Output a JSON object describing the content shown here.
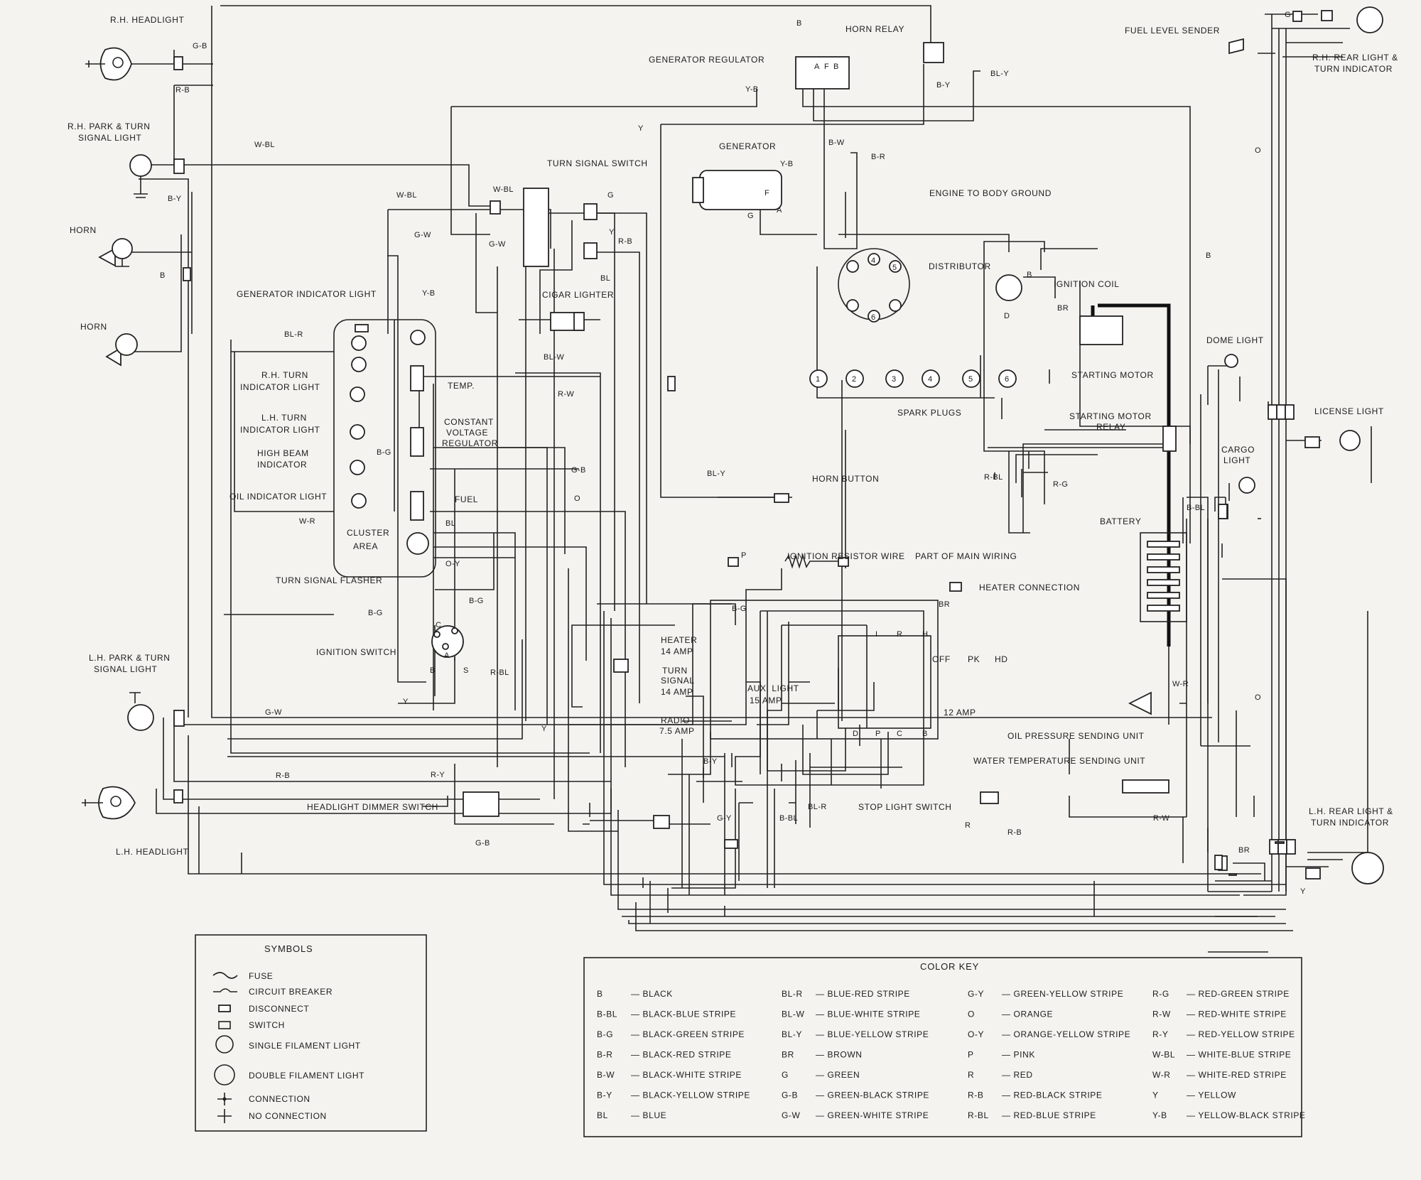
{
  "components": {
    "rh_headlight": "R.H. HEADLIGHT",
    "rh_park_turn": [
      "R.H. PARK & TURN",
      "SIGNAL LIGHT"
    ],
    "horn_upper": "HORN",
    "horn_lower": "HORN",
    "generator_indicator_light": "GENERATOR INDICATOR LIGHT",
    "rh_turn_indicator": [
      "R.H. TURN",
      "INDICATOR LIGHT"
    ],
    "lh_turn_indicator": [
      "L.H. TURN",
      "INDICATOR LIGHT"
    ],
    "high_beam_indicator": [
      "HIGH BEAM",
      "INDICATOR"
    ],
    "oil_indicator_light": "OIL INDICATOR LIGHT",
    "cluster_area": [
      "CLUSTER",
      "AREA"
    ],
    "turn_signal_flasher": "TURN SIGNAL FLASHER",
    "temp": "TEMP.",
    "constant_voltage_regulator": [
      "CONSTANT",
      "VOLTAGE",
      "REGULATOR"
    ],
    "fuel": "FUEL",
    "ignition_switch": "IGNITION SWITCH",
    "lh_park_turn": [
      "L.H. PARK & TURN",
      "SIGNAL  LIGHT"
    ],
    "lh_headlight": "L.H. HEADLIGHT",
    "headlight_dimmer_switch": "HEADLIGHT DIMMER SWITCH",
    "horn_relay": "HORN RELAY",
    "generator_regulator": "GENERATOR REGULATOR",
    "generator": "GENERATOR",
    "turn_signal_switch": "TURN SIGNAL SWITCH",
    "cigar_lighter": "CIGAR LIGHTER",
    "engine_to_body_ground": "ENGINE TO BODY GROUND",
    "distributor": "DISTRIBUTOR",
    "ignition_coil": "IGNITION COIL",
    "starting_motor": "STARTING MOTOR",
    "starting_motor_relay": [
      "STARTING MOTOR",
      "RELAY"
    ],
    "spark_plugs": "SPARK PLUGS",
    "horn_button": "HORN BUTTON",
    "battery": "BATTERY",
    "ignition_resistor_wire": "IGNITION RESISTOR WIRE",
    "part_of_main_wiring": "PART OF MAIN WIRING",
    "heater_connection": "HEATER CONNECTION",
    "fuel_level_sender": "FUEL LEVEL SENDER",
    "rh_rear_light": [
      "R.H. REAR LIGHT &",
      "TURN INDICATOR"
    ],
    "dome_light": "DOME LIGHT",
    "license_light": "LICENSE LIGHT",
    "cargo_light": [
      "CARGO",
      "LIGHT"
    ],
    "oil_pressure_sending_unit": "OIL PRESSURE SENDING UNIT",
    "water_temperature_sending_unit": "WATER TEMPERATURE SENDING UNIT",
    "stop_light_switch": "STOP LIGHT SWITCH",
    "lh_rear_light": [
      "L.H. REAR LIGHT &",
      "TURN INDICATOR"
    ],
    "heater_fuse": [
      "HEATER",
      "14 AMP"
    ],
    "turn_signal_fuse": [
      "TURN",
      "SIGNAL",
      "14 AMP"
    ],
    "radio_fuse": [
      "RADIO",
      "7.5 AMP"
    ],
    "aux_light_fuse": [
      "AUX. LIGHT",
      "15 AMP"
    ],
    "twelve_amp": "12 AMP",
    "switch_positions": [
      "OFF",
      "PK",
      "HD"
    ],
    "plug_numbers": [
      "1",
      "2",
      "3",
      "4",
      "5",
      "6"
    ]
  },
  "wire_labels": {
    "g_b_top": "G-B",
    "r_b_top": "R-B",
    "w_bl_1": "W-BL",
    "b_y_1": "B-Y",
    "b_1": "B",
    "y_b_reg": "Y-B",
    "b_top": "B",
    "bl_y_1": "BL-Y",
    "b_y_2": "B-Y",
    "y_1": "Y",
    "y_b_gen": "Y-B",
    "b_w_1": "B-W",
    "b_r_1": "B-R",
    "g_1": "G",
    "f": "F",
    "a": "A",
    "w_bl_2": "W-BL",
    "w_bl_3": "W-BL",
    "g_w_1": "G-W",
    "g_w_2": "G-W",
    "g_2": "G",
    "y_2": "Y",
    "r_b_2": "R-B",
    "bl_1": "BL",
    "y_b_2": "Y-B",
    "bl_r_1": "BL-R",
    "bl_w_1": "BL-W",
    "r_w_1": "R-W",
    "b_g_1": "B-G",
    "g_b_2": "G-B",
    "o_1": "O",
    "bl_2": "BL",
    "w_r_1": "W-R",
    "o_y_1": "O-Y",
    "b_g_2": "B-G",
    "b_g_3": "B-G",
    "r_bl_1": "R-BL",
    "y_3": "Y",
    "g_w_3": "G-W",
    "y_4": "Y",
    "r_b_3": "R-B",
    "r_y_1": "R-Y",
    "g_b_3": "G-B",
    "b_g_4": "B-G",
    "b_y_3": "B-Y",
    "g_y_1": "G-Y",
    "b_bl_1": "B-BL",
    "bl_r_2": "BL-R",
    "p_1": "P",
    "br_1": "BR",
    "bl_y_2": "BL-Y",
    "r_bl_2": "R-BL",
    "r_g_1": "R-G",
    "br_2": "BR",
    "b_5": "B",
    "d_1": "D",
    "b_bl_2": "B-BL",
    "w_r_2": "W-R",
    "r_w_2": "R-W",
    "r_1": "R",
    "r_b_4": "R-B",
    "br_3": "BR",
    "y_5": "Y",
    "o_2": "O",
    "o_3": "O",
    "g_3": "G",
    "b_6": "B"
  },
  "terminals": {
    "reg_afb": [
      "A",
      "F",
      "B"
    ],
    "ign": [
      "C",
      "A",
      "B",
      "S"
    ],
    "fuse_top": [
      "I",
      "R",
      "H"
    ],
    "fuse_bot": [
      "D",
      "P",
      "C",
      "B"
    ],
    "dist": [
      "4",
      "5",
      "6"
    ]
  },
  "symbols": {
    "title": "SYMBOLS",
    "items": [
      "FUSE",
      "CIRCUIT BREAKER",
      "DISCONNECT",
      "SWITCH",
      "SINGLE FILAMENT LIGHT",
      "DOUBLE FILAMENT LIGHT",
      "CONNECTION",
      "NO CONNECTION"
    ]
  },
  "color_key": {
    "title": "COLOR KEY",
    "columns": [
      [
        [
          "B",
          "BLACK"
        ],
        [
          "B-BL",
          "BLACK-BLUE STRIPE"
        ],
        [
          "B-G",
          "BLACK-GREEN STRIPE"
        ],
        [
          "B-R",
          "BLACK-RED STRIPE"
        ],
        [
          "B-W",
          "BLACK-WHITE STRIPE"
        ],
        [
          "B-Y",
          "BLACK-YELLOW STRIPE"
        ],
        [
          "BL",
          "BLUE"
        ]
      ],
      [
        [
          "BL-R",
          "BLUE-RED STRIPE"
        ],
        [
          "BL-W",
          "BLUE-WHITE STRIPE"
        ],
        [
          "BL-Y",
          "BLUE-YELLOW STRIPE"
        ],
        [
          "BR",
          "BROWN"
        ],
        [
          "G",
          "GREEN"
        ],
        [
          "G-B",
          "GREEN-BLACK STRIPE"
        ],
        [
          "G-W",
          "GREEN-WHITE STRIPE"
        ]
      ],
      [
        [
          "G-Y",
          "GREEN-YELLOW STRIPE"
        ],
        [
          "O",
          "ORANGE"
        ],
        [
          "O-Y",
          "ORANGE-YELLOW STRIPE"
        ],
        [
          "P",
          "PINK"
        ],
        [
          "R",
          "RED"
        ],
        [
          "R-B",
          "RED-BLACK STRIPE"
        ],
        [
          "R-BL",
          "RED-BLUE STRIPE"
        ]
      ],
      [
        [
          "R-G",
          "RED-GREEN STRIPE"
        ],
        [
          "R-W",
          "RED-WHITE STRIPE"
        ],
        [
          "R-Y",
          "RED-YELLOW STRIPE"
        ],
        [
          "W-BL",
          "WHITE-BLUE STRIPE"
        ],
        [
          "W-R",
          "WHITE-RED STRIPE"
        ],
        [
          "Y",
          "YELLOW"
        ],
        [
          "Y-B",
          "YELLOW-BLACK STRIPE"
        ]
      ]
    ]
  }
}
